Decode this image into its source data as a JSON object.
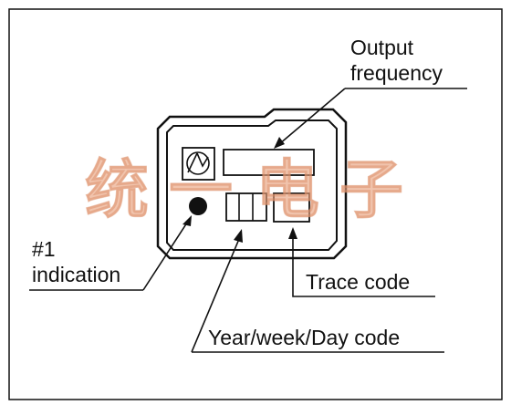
{
  "labels": {
    "output_frequency_line1": "Output",
    "output_frequency_line2": "frequency",
    "pin1_line1": "#1",
    "pin1_line2": "indication",
    "trace_code": "Trace code",
    "date_code": "Year/week/Day code"
  },
  "watermark": {
    "chars": [
      "统",
      "一",
      "电",
      "子"
    ]
  },
  "colors": {
    "line": "#111111",
    "background": "#ffffff",
    "watermark": "#e8a07a"
  }
}
